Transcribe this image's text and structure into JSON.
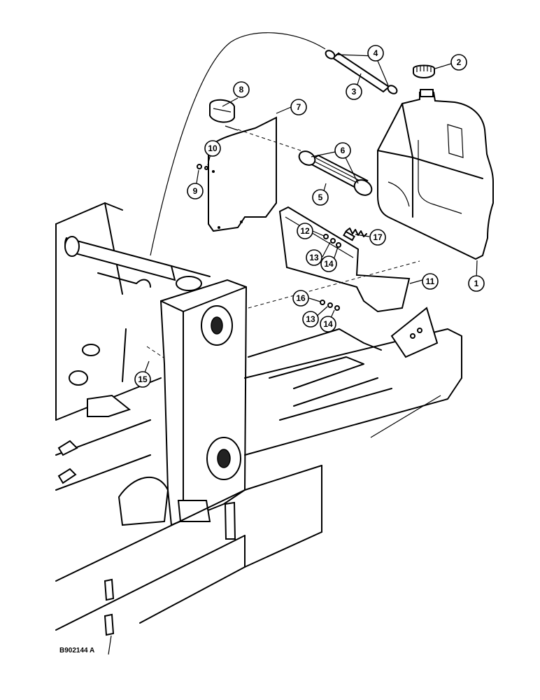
{
  "drawing": {
    "reference": "B902144 A",
    "callouts": [
      {
        "label": "1"
      },
      {
        "label": "2"
      },
      {
        "label": "3"
      },
      {
        "label": "4"
      },
      {
        "label": "5"
      },
      {
        "label": "6"
      },
      {
        "label": "7"
      },
      {
        "label": "8"
      },
      {
        "label": "9"
      },
      {
        "label": "10"
      },
      {
        "label": "11"
      },
      {
        "label": "12"
      },
      {
        "label": "13"
      },
      {
        "label": "14"
      },
      {
        "label": "15"
      },
      {
        "label": "16"
      },
      {
        "label": "13"
      },
      {
        "label": "14"
      },
      {
        "label": "17"
      }
    ]
  }
}
